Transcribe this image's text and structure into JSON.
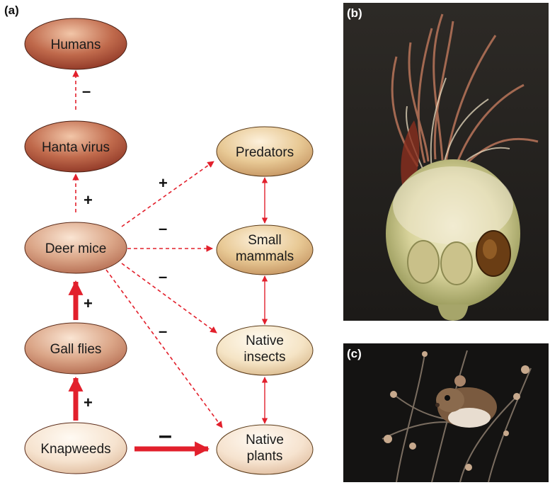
{
  "panels": {
    "a": "(a)",
    "b": "(b)",
    "c": "(c)"
  },
  "nodes": {
    "humans": "Humans",
    "hanta_virus": "Hanta virus",
    "deer_mice": "Deer mice",
    "gall_flies": "Gall flies",
    "knapweeds": "Knapweeds",
    "predators": "Predators",
    "small_mammals_1": "Small",
    "small_mammals_2": "mammals",
    "native_insects_1": "Native",
    "native_insects_2": "insects",
    "native_plants_1": "Native",
    "native_plants_2": "plants"
  },
  "signs": {
    "hanta_to_humans": "–",
    "deer_to_hanta": "+",
    "deer_to_predators": "+",
    "deer_to_small_mammals": "–",
    "deer_to_native_insects": "–",
    "deer_to_native_plants": "–",
    "gall_to_deer": "+",
    "knap_to_gall": "+",
    "knap_to_native_plants": "–"
  },
  "colors": {
    "arrow_red": "#e2202c",
    "node_dark": "#b8523a",
    "node_mid": "#cf8f69",
    "node_light": "#f2d6bf",
    "node_tan": "#d7b27d"
  }
}
